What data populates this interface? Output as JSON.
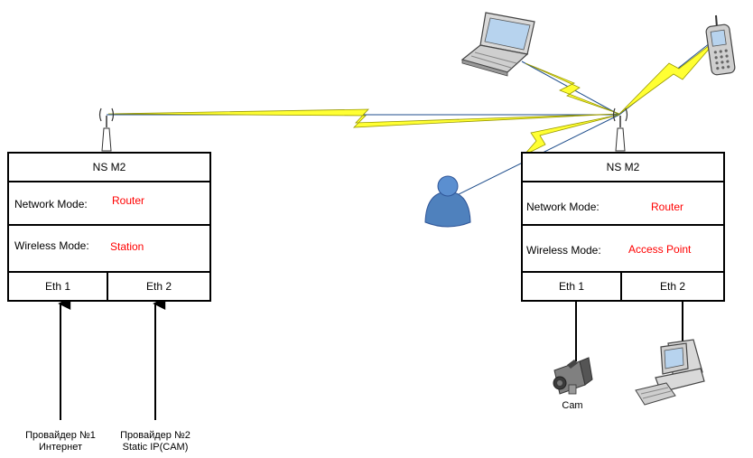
{
  "devices": {
    "left": {
      "title": "NS M2",
      "network_mode_label": "Network Mode:",
      "network_mode_value": "Router",
      "wireless_mode_label": "Wireless Mode:",
      "wireless_mode_value": "Station",
      "ports": [
        "Eth 1",
        "Eth 2"
      ]
    },
    "right": {
      "title": "NS M2",
      "network_mode_label": "Network Mode:",
      "network_mode_value": "Router",
      "wireless_mode_label": "Wireless Mode:",
      "wireless_mode_value": "Access Point",
      "ports": [
        "Eth 1",
        "Eth 2"
      ]
    }
  },
  "providers": {
    "p1": {
      "line1": "Провайдер №1",
      "line2": "Интернет"
    },
    "p2": {
      "line1": "Провайдер №2",
      "line2": "Static IP(CAM)"
    }
  },
  "devices_labels": {
    "cam": "Cam"
  },
  "colors": {
    "line": "#000000",
    "mode_value": "#ff0000",
    "wireless_link": "#1f4e8c",
    "lightning_fill": "#ffff33",
    "lightning_stroke": "#999900",
    "icon_blue": "#4f81bd"
  },
  "icons": [
    "antenna-icon",
    "laptop-icon",
    "mobile-phone-icon",
    "user-icon",
    "camera-icon",
    "desktop-computer-icon"
  ]
}
